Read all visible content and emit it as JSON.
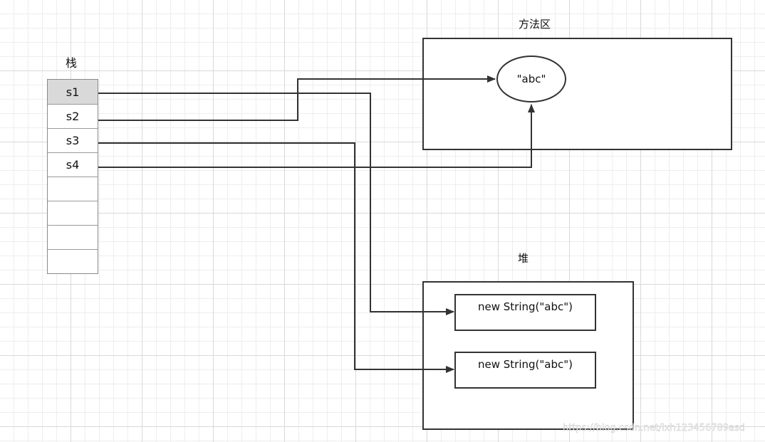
{
  "labels": {
    "stack": "栈",
    "method_area": "方法区",
    "heap": "堆"
  },
  "stack": {
    "cells": [
      "s1",
      "s2",
      "s3",
      "s4",
      "",
      "",
      "",
      ""
    ],
    "selected_index": 0
  },
  "method_area": {
    "string_constant": "\"abc\""
  },
  "heap": {
    "objects": [
      "new String(\"abc\")",
      "new String(\"abc\")"
    ]
  },
  "references": [
    {
      "from": "s1",
      "to": "heap.objects.0"
    },
    {
      "from": "s2",
      "to": "method_area.string_constant"
    },
    {
      "from": "s3",
      "to": "heap.objects.1"
    },
    {
      "from": "s4",
      "to": "method_area.string_constant"
    }
  ],
  "watermark": "https://blog.csdn.net/lxh123456789asd",
  "colors": {
    "line": "#333333",
    "selected_cell": "#d9d9d9"
  }
}
